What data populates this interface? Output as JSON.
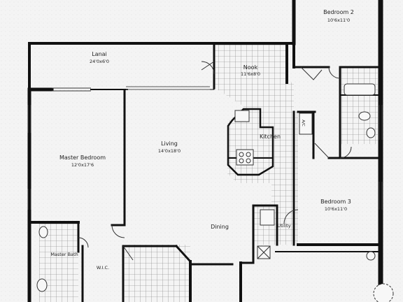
{
  "plan": {
    "rooms": [
      {
        "id": "bedroom2",
        "name": "Bedroom 2",
        "dims": "10'6x11'0"
      },
      {
        "id": "lanai",
        "name": "Lanai",
        "dims": "24'0x6'0"
      },
      {
        "id": "nook",
        "name": "Nook",
        "dims": "11'6x8'0"
      },
      {
        "id": "master-bedroom",
        "name": "Master Bedroom",
        "dims": "12'0x17'6"
      },
      {
        "id": "living",
        "name": "Living",
        "dims": "14'0x18'0"
      },
      {
        "id": "kitchen",
        "name": "Kitchen",
        "dims": ""
      },
      {
        "id": "bedroom3",
        "name": "Bedroom 3",
        "dims": "10'6x11'0"
      },
      {
        "id": "dining",
        "name": "Dining",
        "dims": ""
      },
      {
        "id": "utility",
        "name": "Utility",
        "dims": ""
      },
      {
        "id": "master-bath",
        "name": "Master Bath",
        "dims": ""
      },
      {
        "id": "wic",
        "name": "W.I.C.",
        "dims": ""
      }
    ],
    "fixtures": {
      "ac": "A/C"
    }
  }
}
